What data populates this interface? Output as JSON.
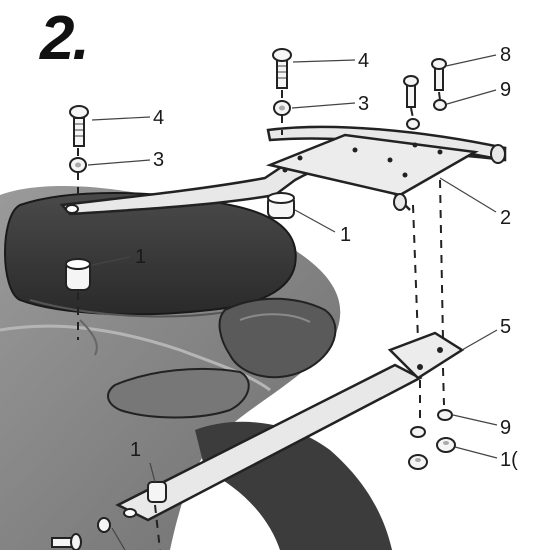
{
  "step": {
    "number": "2."
  },
  "callouts": {
    "c4a": "4",
    "c3a": "3",
    "c4b": "4",
    "c3b": "3",
    "c8": "8",
    "c9a": "9",
    "c2": "2",
    "c1a": "1",
    "c1b": "1",
    "c5": "5",
    "c9b": "9",
    "c10": "1(",
    "c1c": "1"
  },
  "colors": {
    "seat": "#3a3a3a",
    "body": "#8a8a8a",
    "light": "#5b5b5b",
    "metal": "#e8e8e8",
    "outline": "#222222"
  }
}
